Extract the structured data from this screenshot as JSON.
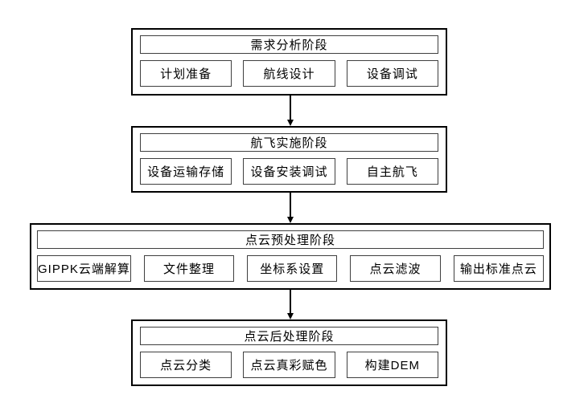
{
  "diagram": {
    "type": "flowchart",
    "orientation": "vertical",
    "colors": {
      "background": "#ffffff",
      "outer_border": "#000000",
      "inner_border": "#3f3f3f",
      "text": "#000000",
      "arrow": "#000000"
    },
    "stages": [
      {
        "title": "需求分析阶段",
        "steps": [
          "计划准备",
          "航线设计",
          "设备调试"
        ]
      },
      {
        "title": "航飞实施阶段",
        "steps": [
          "设备运输存储",
          "设备安装调试",
          "自主航飞"
        ]
      },
      {
        "title": "点云预处理阶段",
        "steps": [
          "GIPPK云端解算",
          "文件整理",
          "坐标系设置",
          "点云滤波",
          "输出标准点云"
        ]
      },
      {
        "title": "点云后处理阶段",
        "steps": [
          "点云分类",
          "点云真彩赋色",
          "构建DEM"
        ]
      }
    ]
  }
}
